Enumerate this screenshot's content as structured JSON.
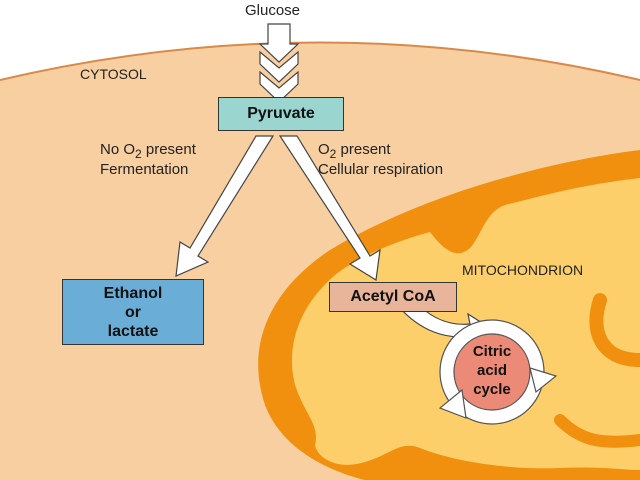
{
  "labels": {
    "glucose": "Glucose",
    "cytosol": "CYTOSOL",
    "mitochondrion": "MITOCHONDRION",
    "no_o2_pre": "No O",
    "no_o2_sub": "2",
    "no_o2_post": " present",
    "fermentation": "Fermentation",
    "o2_pre": "O",
    "o2_sub": "2",
    "o2_post": " present",
    "cellular_respiration": "Cellular respiration"
  },
  "boxes": {
    "pyruvate": "Pyruvate",
    "ethanol_1": "Ethanol",
    "ethanol_2": "or",
    "ethanol_3": "lactate",
    "acetyl_coa": "Acetyl CoA",
    "citric_1": "Citric",
    "citric_2": "acid",
    "citric_3": "cycle"
  },
  "colors": {
    "cytosol_fill": "#f8cfa0",
    "membrane": "#f0900e",
    "matrix": "#fccf6a",
    "pyruvate_fill": "#9ad5cf",
    "ethanol_fill": "#6aaed8",
    "acetyl_fill": "#e8b49a",
    "citric_fill": "#ec8a78"
  }
}
